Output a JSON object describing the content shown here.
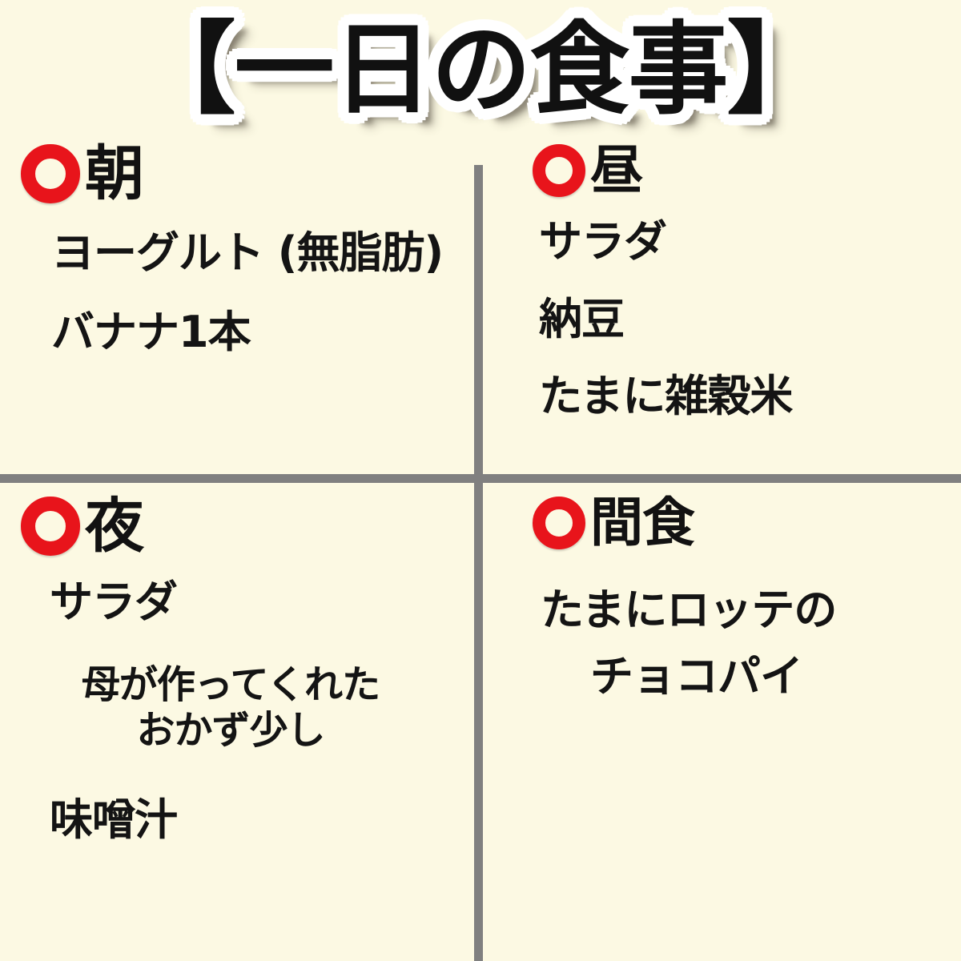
{
  "page": {
    "title": "【一日の食事】",
    "background_color": "#FCF9E3",
    "divider_color": "#808080",
    "text_color": "#141414",
    "accent_color": "#E8141B"
  },
  "sections": {
    "morning": {
      "icon": "red-circle-icon",
      "label": "朝",
      "items": [
        "ヨーグルト (無脂肪)",
        "バナナ1本"
      ]
    },
    "lunch": {
      "icon": "red-circle-icon",
      "label": "昼",
      "items": [
        "サラダ",
        "納豆",
        "たまに雑穀米"
      ]
    },
    "dinner": {
      "icon": "red-circle-icon",
      "label": "夜",
      "items": [
        "サラダ",
        "母が作ってくれた\nおかず少し",
        "味噌汁"
      ]
    },
    "snack": {
      "icon": "red-circle-icon",
      "label": "間食",
      "items": [
        "たまにロッテの",
        "チョコパイ"
      ]
    }
  }
}
